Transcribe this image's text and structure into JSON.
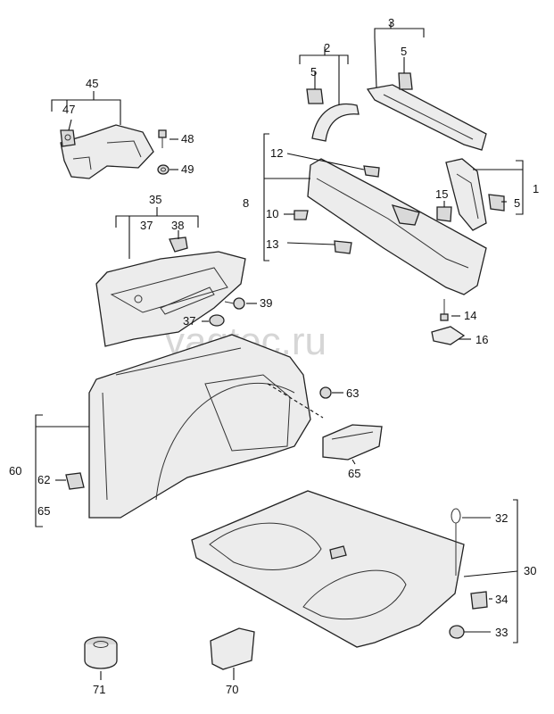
{
  "watermark": "vagtec.ru",
  "labels": {
    "l1": "1",
    "l2": "2",
    "l3": "3",
    "l5a": "5",
    "l5b": "5",
    "l5c": "5",
    "l8": "8",
    "l10": "10",
    "l12": "12",
    "l13": "13",
    "l14": "14",
    "l15": "15",
    "l16": "16",
    "l30": "30",
    "l32": "32",
    "l33": "33",
    "l34": "34",
    "l35": "35",
    "l37a": "37",
    "l37b": "37",
    "l38": "38",
    "l39": "39",
    "l45": "45",
    "l47": "47",
    "l48": "48",
    "l49": "49",
    "l60": "60",
    "l62": "62",
    "l63": "63",
    "l65a": "65",
    "l65b": "65",
    "l70": "70",
    "l71": "71"
  }
}
